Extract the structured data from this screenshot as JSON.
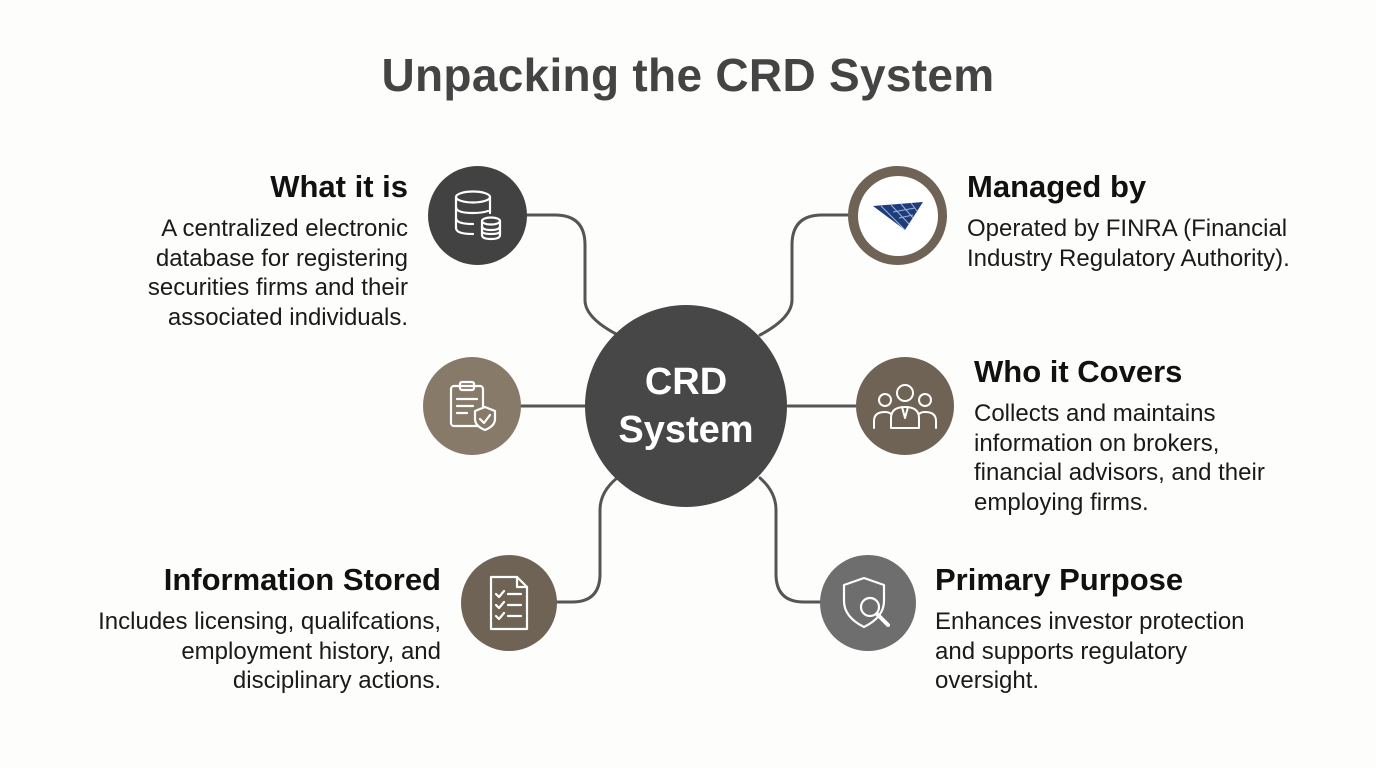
{
  "title": "Unpacking the CRD System",
  "hub": {
    "line1": "CRD",
    "line2": "System"
  },
  "colors": {
    "dark": "#424242",
    "taupe": "#887a69",
    "brown": "#6f6355",
    "gray": "#6e6e6e",
    "finra_blue": "#1f3c7a",
    "line": "#555555"
  },
  "items": [
    {
      "id": "what_it_is",
      "icon": "database-icon",
      "heading": "What it is",
      "lines": [
        "A centralized electronic",
        "database for registering",
        "securities firms and their",
        "associated individuals."
      ]
    },
    {
      "id": "managed_by",
      "icon": "finra-logo-icon",
      "heading": "Managed by",
      "lines": [
        "Operated by FINRA (Financial",
        "Industry Regulatory Authority)."
      ]
    },
    {
      "id": "compliance",
      "icon": "clipboard-shield-icon"
    },
    {
      "id": "who_it_covers",
      "icon": "people-group-icon",
      "heading": "Who it Covers",
      "lines": [
        "Collects and maintains",
        "information on brokers,",
        "financial advisors, and their",
        "employing firms."
      ]
    },
    {
      "id": "information_stored",
      "icon": "checklist-document-icon",
      "heading": "Information Stored",
      "lines": [
        "Includes licensing, qualifcations,",
        "employment history, and",
        "disciplinary actions."
      ]
    },
    {
      "id": "primary_purpose",
      "icon": "shield-magnifier-icon",
      "heading": "Primary Purpose",
      "lines": [
        "Enhances investor protection",
        "and supports regulatory",
        "oversight."
      ]
    }
  ]
}
